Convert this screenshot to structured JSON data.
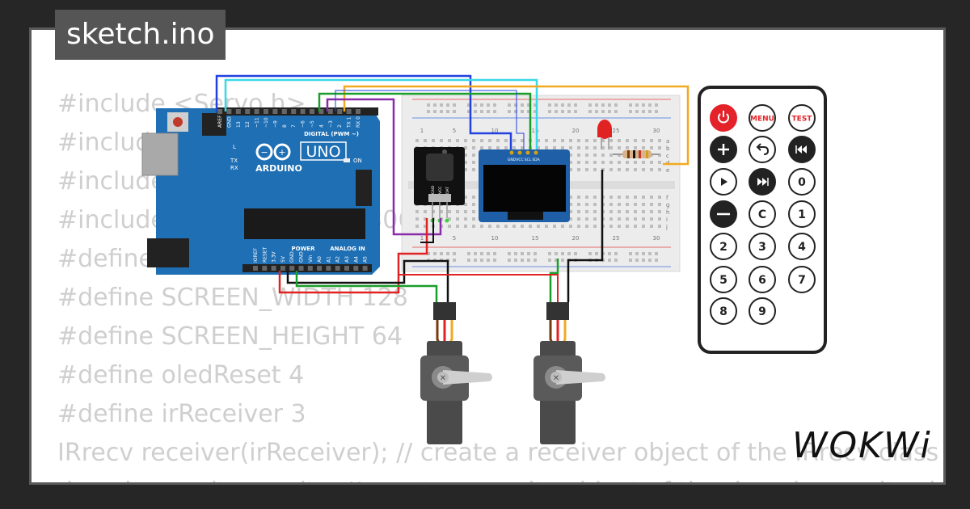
{
  "tab": {
    "filename": "sketch.ino"
  },
  "code_lines": [
    "#include <Servo.h>",
    "#include <IRremote.h>",
    "#include <Wire.h>",
    "#include <Adafruit_SSD1306.h>",
    "#define OLED_ADDR 0x3C",
    "#define SCREEN_WIDTH 128",
    "#define SCREEN_HEIGHT 64",
    "#define oledReset 4",
    "#define irReceiver 3",
    "IRrecv receiver(irReceiver); // create a receiver object of the IRrecv class",
    "decode_results results; // create a results object of the decode_results class"
  ],
  "arduino": {
    "model": "UNO",
    "brand": "ARDUINO",
    "digital_label": "DIGITAL (PWM ~)",
    "power_label": "POWER",
    "analog_label": "ANALOG IN",
    "on_label": "ON",
    "l_label": "L",
    "tx_label": "TX",
    "rx_label": "RX",
    "top_pins": [
      "AREF",
      "GND",
      "13",
      "12",
      "~11",
      "~10",
      "~9",
      "8",
      "7",
      "~6",
      "~5",
      "4",
      "~3",
      "2",
      "TX 1",
      "RX 0"
    ],
    "bottom_pins": [
      "IOREF",
      "RESET",
      "3.3V",
      "5V",
      "GND",
      "GND",
      "Vin",
      "A0",
      "A1",
      "A2",
      "A3",
      "A4",
      "A5"
    ]
  },
  "oled": {
    "pins": [
      "GND",
      "VCC",
      "SCL",
      "SDA"
    ]
  },
  "ir_receiver": {
    "pins": [
      "GND",
      "VCC",
      "DAT"
    ]
  },
  "breadboard": {
    "col_numbers": [
      "1",
      "5",
      "10",
      "15",
      "20",
      "25",
      "30"
    ],
    "row_letters_top": [
      "a",
      "b",
      "c",
      "d",
      "e"
    ],
    "row_letters_bottom": [
      "f",
      "g",
      "h",
      "i",
      "j"
    ]
  },
  "remote": {
    "buttons": [
      {
        "label": "power",
        "type": "icon",
        "icon": "power-icon"
      },
      {
        "label": "MENU",
        "type": "text"
      },
      {
        "label": "TEST",
        "type": "text"
      },
      {
        "label": "+",
        "type": "icon",
        "icon": "plus-icon"
      },
      {
        "label": "back",
        "type": "icon",
        "icon": "back-arrow-icon"
      },
      {
        "label": "prev",
        "type": "icon",
        "icon": "rewind-icon"
      },
      {
        "label": "play",
        "type": "icon",
        "icon": "play-icon"
      },
      {
        "label": "next",
        "type": "icon",
        "icon": "fast-forward-icon"
      },
      {
        "label": "0",
        "type": "text"
      },
      {
        "label": "-",
        "type": "icon",
        "icon": "minus-icon"
      },
      {
        "label": "C",
        "type": "text"
      },
      {
        "label": "1",
        "type": "text"
      },
      {
        "label": "2",
        "type": "text"
      },
      {
        "label": "3",
        "type": "text"
      },
      {
        "label": "4",
        "type": "text"
      },
      {
        "label": "5",
        "type": "text"
      },
      {
        "label": "6",
        "type": "text"
      },
      {
        "label": "7",
        "type": "text"
      },
      {
        "label": "8",
        "type": "text"
      },
      {
        "label": "9",
        "type": "text"
      }
    ]
  },
  "logo": {
    "text": "WOKWi"
  },
  "colors": {
    "arduino_blue": "#1f6fb5",
    "breadboard": "#ececec",
    "wire_blue": "#2040e0",
    "wire_cyan": "#38d8e8",
    "wire_orange": "#f2a921",
    "wire_green": "#1a9e2a",
    "wire_purple": "#8a2aa8",
    "wire_red": "#e02222",
    "wire_black": "#111111",
    "remote_red": "#e42229"
  }
}
